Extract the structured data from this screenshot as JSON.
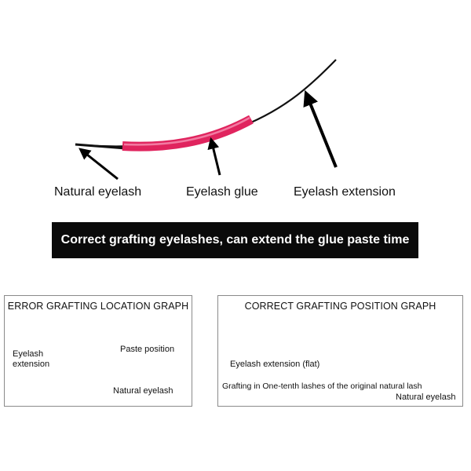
{
  "top_diagram": {
    "labels": {
      "natural_eyelash": "Natural  eyelash",
      "eyelash_glue": "Eyelash glue",
      "eyelash_extension": "Eyelash extension"
    }
  },
  "banner": {
    "text": "Correct grafting eyelashes, can extend the glue paste time"
  },
  "error_panel": {
    "title": "ERROR GRAFTING LOCATION GRAPH",
    "labels": {
      "eyelash_extension_line1": "Eyelash",
      "eyelash_extension_line2": "extension",
      "paste_position": "Paste position",
      "natural_eyelash": "Natural  eyelash"
    }
  },
  "correct_panel": {
    "title": "CORRECT GRAFTING POSITION GRAPH",
    "labels": {
      "eyelash_extension_flat": "Eyelash extension  (flat)",
      "grafting_note": "Grafting in One-tenth lashes of the original natural lash",
      "natural_eyelash": "Natural eyelash"
    }
  },
  "colors": {
    "glue": "#e0245e",
    "banner_bg": "#0a0a0a",
    "extension_gray": "#8c8c8c",
    "paste_box": "#c8c8c8"
  }
}
